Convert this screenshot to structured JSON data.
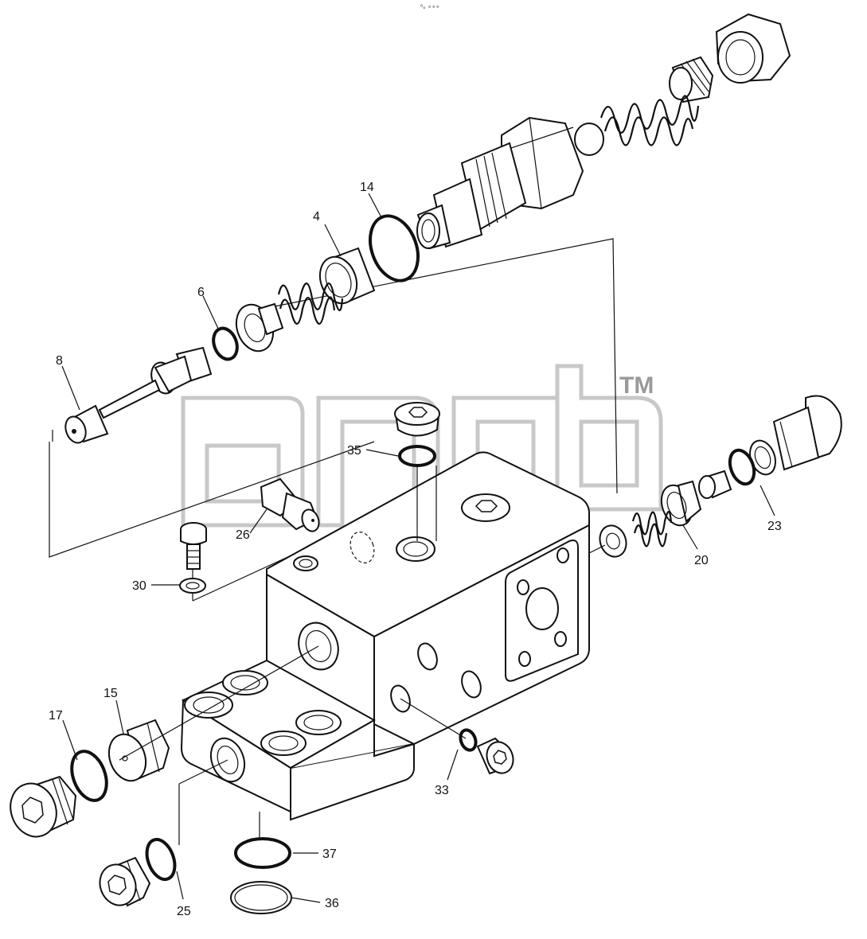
{
  "header_mark": "⁰ₒ ∘∘∘",
  "watermark": {
    "trademark": "TM",
    "text": "anb"
  },
  "labels": {
    "l4": "4",
    "l6": "6",
    "l8": "8",
    "l14": "14",
    "l15": "15",
    "l17": "17",
    "l20": "20",
    "l23": "23",
    "l25": "25",
    "l26": "26",
    "l30": "30",
    "l33": "33",
    "l35": "35",
    "l36": "36",
    "l37": "37"
  }
}
